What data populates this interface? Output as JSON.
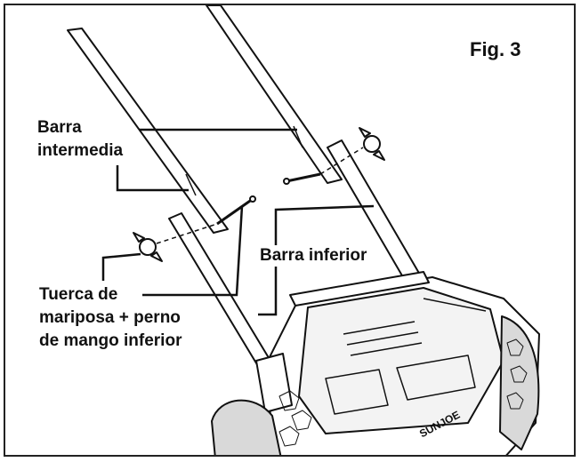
{
  "figure": {
    "label": "Fig. 3"
  },
  "labels": {
    "middle_bar_line1": "Barra",
    "middle_bar_line2": "intermedia",
    "lower_bar": "Barra inferior",
    "nut_line1": "Tuerca de",
    "nut_line2": "mariposa + perno",
    "nut_line3": "de mango inferior"
  },
  "brand": {
    "logo_text": "SUNJOE"
  },
  "colors": {
    "ink": "#111111",
    "paper": "#ffffff",
    "shade": "#d9d9d9"
  }
}
